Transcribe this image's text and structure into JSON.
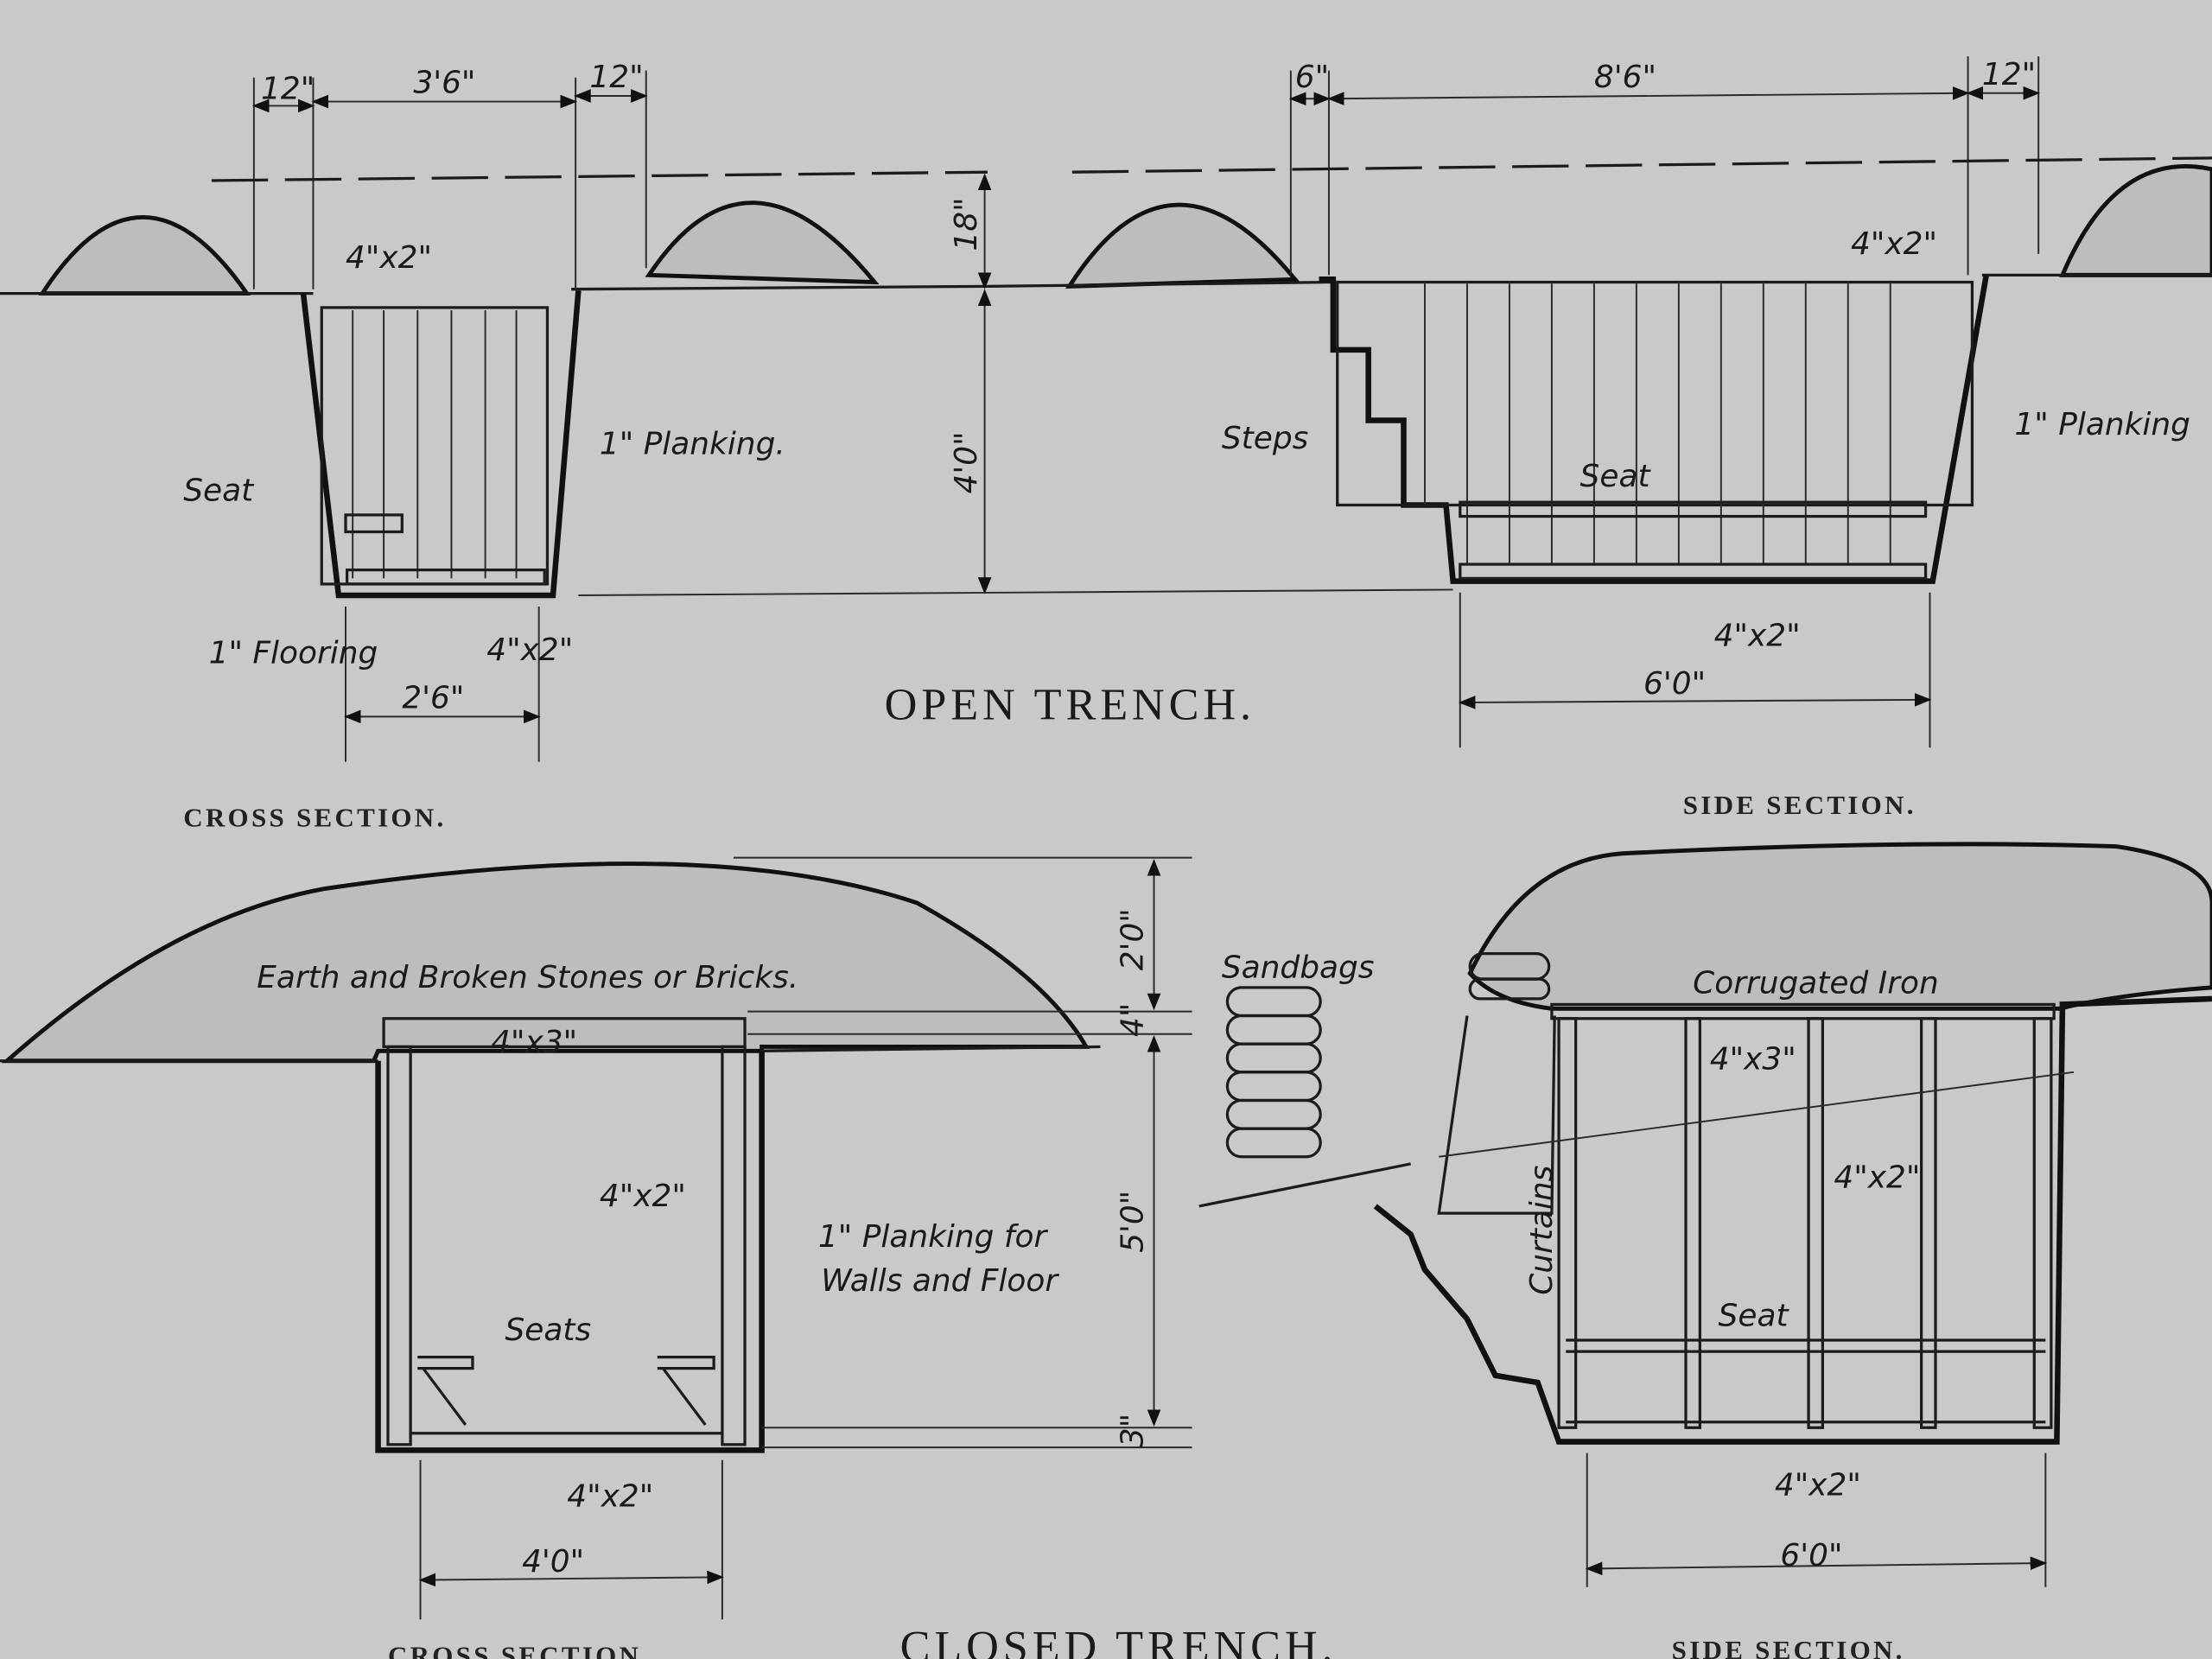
{
  "open_trench": {
    "title": "OPEN TRENCH.",
    "cross_section": {
      "caption": "CROSS SECTION.",
      "labels": {
        "berm_left": "12\"",
        "width_top": "3'6\"",
        "berm_right": "12\"",
        "parapet_height": "18\"",
        "depth": "4'0\"",
        "frame_top": "4\"x2\"",
        "seat": "Seat",
        "planking": "1\" Planking.",
        "flooring": "1\" Flooring",
        "frame_bottom": "4\"x2\"",
        "width_bottom": "2'6\""
      }
    },
    "side_section": {
      "caption": "SIDE SECTION.",
      "labels": {
        "berm_left": "6\"",
        "length_top": "8'6\"",
        "berm_right": "12\"",
        "frame_top": "4\"x2\"",
        "steps": "Steps",
        "seat": "Seat",
        "planking": "1\" Planking",
        "frame_bottom": "4\"x2\"",
        "length_bottom": "6'0\""
      }
    }
  },
  "closed_trench": {
    "title": "CLOSED TRENCH.",
    "cross_section": {
      "caption": "CROSS SECTION.",
      "labels": {
        "cover": "Earth and Broken Stones or Bricks.",
        "cover_height": "2'0\"",
        "beam_height": "4\"",
        "height": "5'0\"",
        "floor_height": "3\"",
        "beam": "4\"x3\"",
        "post": "4\"x2\"",
        "planking_1": "1\" Planking for",
        "planking_2": "Walls and Floor",
        "seats": "Seats",
        "frame_bottom": "4\"x2\"",
        "width": "4'0\""
      }
    },
    "side_section": {
      "caption": "SIDE SECTION.",
      "labels": {
        "sandbags": "Sandbags",
        "roof": "Corrugated Iron",
        "beam": "4\"x3\"",
        "post": "4\"x2\"",
        "curtains": "Curtains",
        "seat": "Seat",
        "frame_bottom": "4\"x2\"",
        "length": "6'0\""
      }
    }
  }
}
